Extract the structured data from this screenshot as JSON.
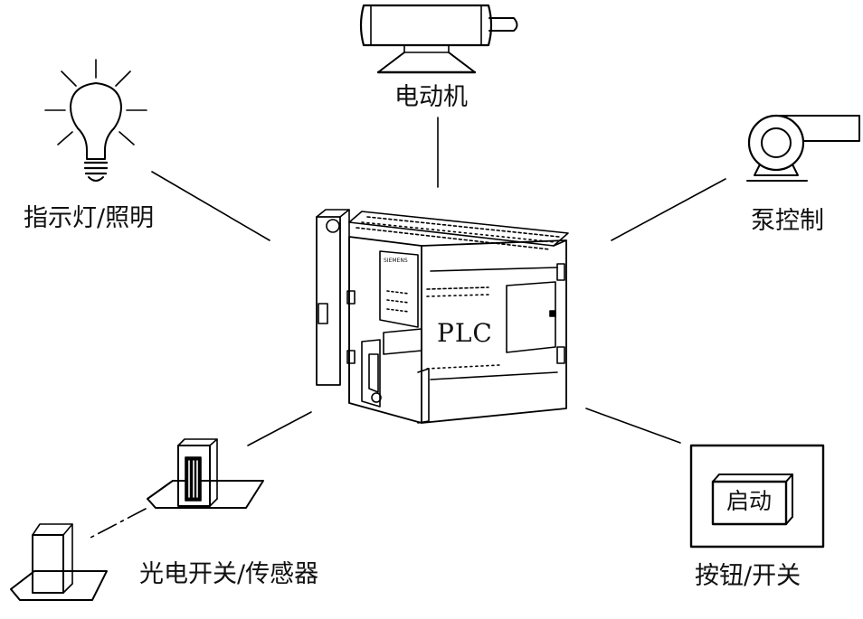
{
  "diagram": {
    "center": {
      "label": "PLC",
      "brand": "SIEMENS"
    },
    "devices": {
      "motor": {
        "label": "电动机",
        "icon": "motor-icon"
      },
      "lamp": {
        "label": "指示灯/照明",
        "icon": "light-bulb-icon"
      },
      "pump": {
        "label": "泵控制",
        "icon": "pump-icon"
      },
      "sensor": {
        "label": "光电开关/传感器",
        "icon": "photoelectric-sensor-icon"
      },
      "button": {
        "label": "按钮/开关",
        "button_text": "启动",
        "icon": "push-button-icon"
      }
    }
  }
}
